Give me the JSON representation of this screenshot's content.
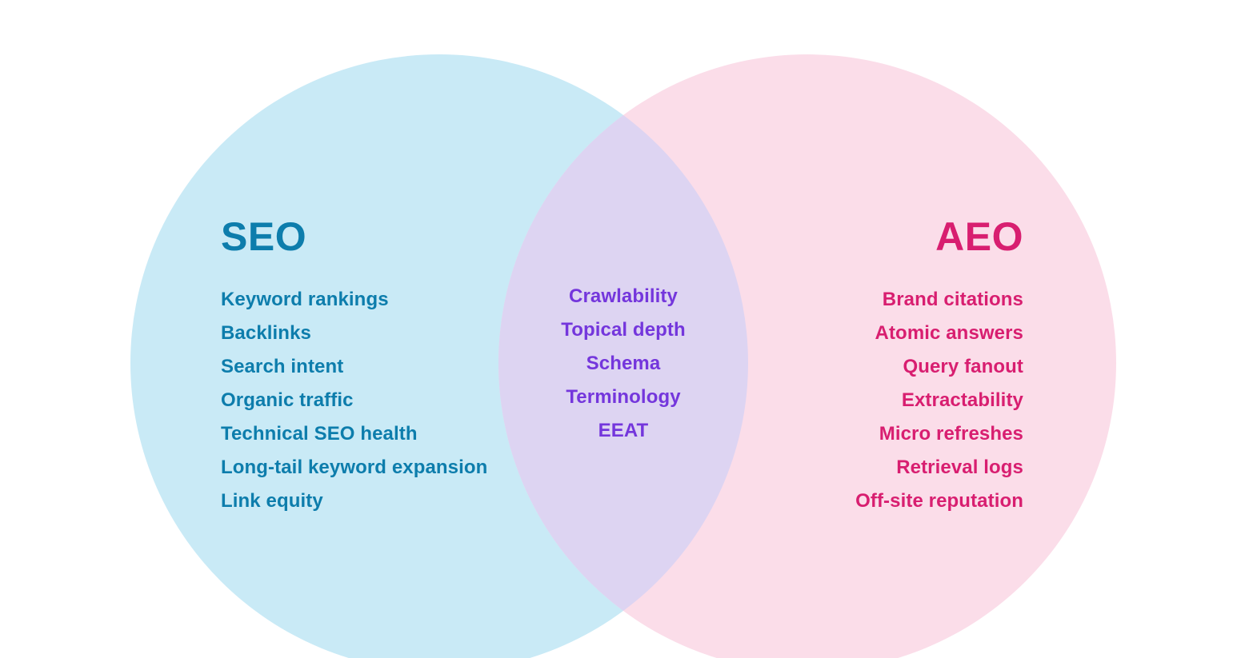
{
  "venn": {
    "left": {
      "title": "SEO",
      "items": [
        "Keyword rankings",
        "Backlinks",
        "Search intent",
        "Organic traffic",
        "Technical SEO health",
        "Long-tail keyword expansion",
        "Link equity"
      ],
      "text_color": "#0d7dac",
      "circle_color": "#c9eaf6"
    },
    "overlap": {
      "items": [
        "Crawlability",
        "Topical depth",
        "Schema",
        "Terminology",
        "EEAT"
      ],
      "text_color": "#7436dc",
      "region_color": "#ddd4f2"
    },
    "right": {
      "title": "AEO",
      "items": [
        "Brand citations",
        "Atomic answers",
        "Query fanout",
        "Extractability",
        "Micro refreshes",
        "Retrieval logs",
        "Off-site reputation"
      ],
      "text_color": "#d81e70",
      "circle_color": "#fbdde9"
    }
  }
}
